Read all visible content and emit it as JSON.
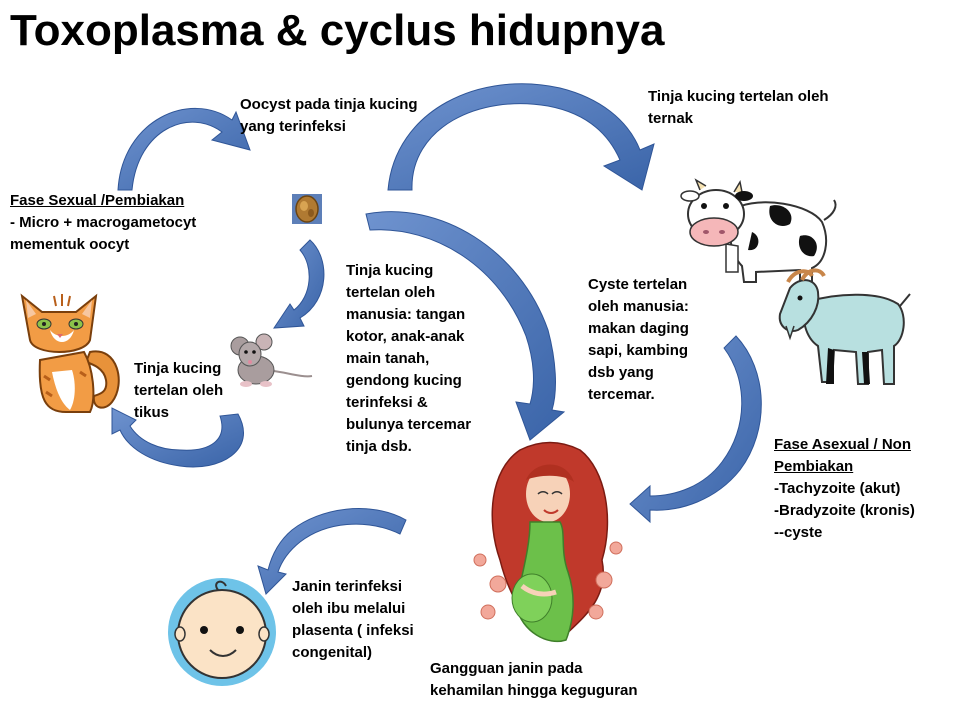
{
  "title": "Toxoplasma & cyclus hidupnya",
  "labels": {
    "oocyst": [
      "Oocyst pada tinja kucing",
      "yang terinfeksi"
    ],
    "livestock": [
      "Tinja kucing tertelan oleh",
      "ternak"
    ],
    "sexual_heading": "Fase Sexual /Pembiakan",
    "sexual_body": [
      "- Micro + macrogametocyt",
      "mementuk oocyt"
    ],
    "human": [
      "Tinja kucing",
      "tertelan oleh",
      "manusia: tangan",
      "kotor, anak-anak",
      "main tanah,",
      "gendong kucing",
      "terinfeksi &",
      "bulunya tercemar",
      "tinja dsb."
    ],
    "rat": [
      "Tinja kucing",
      "tertelan oleh",
      "tikus"
    ],
    "cyste": [
      "Cyste tertelan",
      "oleh manusia:",
      "makan daging",
      "sapi, kambing",
      "dsb yang",
      "tercemar."
    ],
    "asexual_heading": [
      "Fase  Asexual / Non",
      "Pembiakan"
    ],
    "asexual_body": [
      "-Tachyzoite (akut)",
      "-Bradyzoite (kronis)",
      "--cyste"
    ],
    "fetus": [
      "Janin terinfeksi",
      "oleh ibu melalui",
      "plasenta ( infeksi",
      "congenital)"
    ],
    "miscarriage": [
      "Gangguan janin pada",
      "kehamilan  hingga keguguran"
    ]
  },
  "colors": {
    "arrow": "#4a74b4",
    "arrow_dark": "#2f5597"
  },
  "icons": [
    "cat-icon",
    "oocyst-icon",
    "mouse-icon",
    "cow-icon",
    "goat-icon",
    "pregnant-woman-icon",
    "baby-face-icon"
  ]
}
